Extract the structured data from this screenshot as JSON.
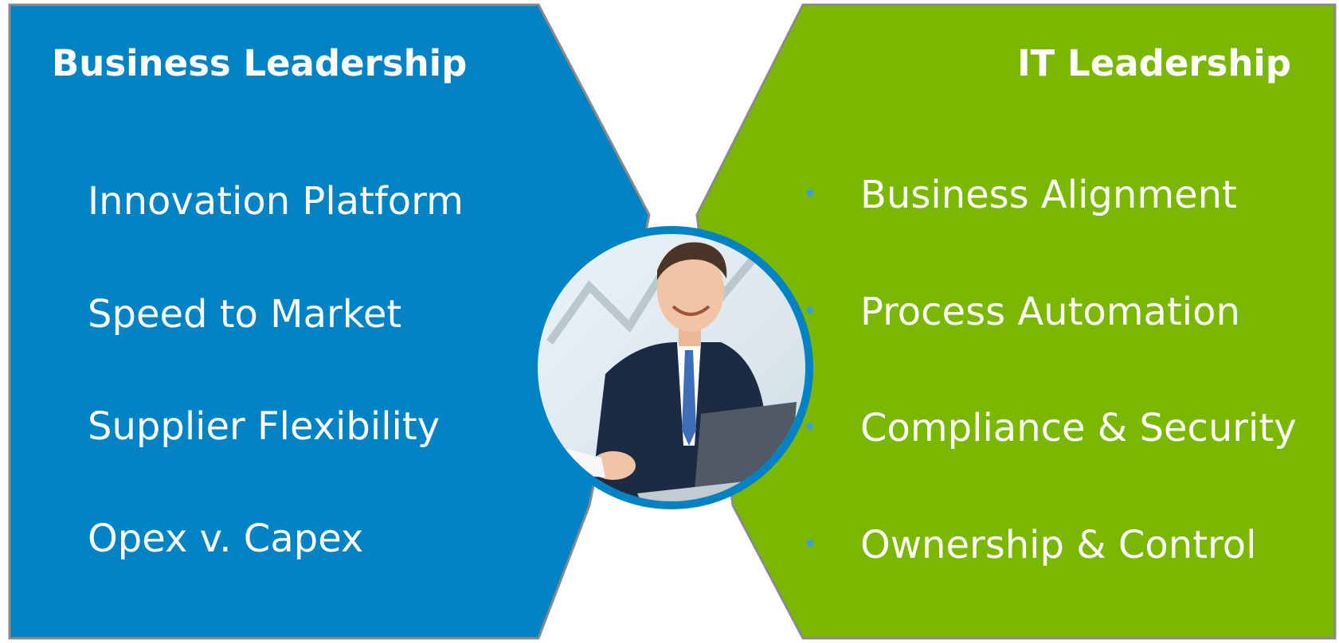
{
  "colors": {
    "left_panel": "#0083c4",
    "right_panel": "#7ab800",
    "border": "#8a8a8a",
    "bullet": "#3b9fd8",
    "ring": "#0083c4"
  },
  "left": {
    "title": "Business Leadership",
    "items": [
      "Innovation Platform",
      "Speed to Market",
      "Supplier Flexibility",
      "Opex v. Capex"
    ]
  },
  "right": {
    "title": "IT Leadership",
    "bullet_glyph": "•",
    "items": [
      "Business Alignment",
      "Process Automation",
      "Compliance & Security",
      "Ownership & Control"
    ]
  },
  "center_image": {
    "subject": "smiling businessman in suit shaking hands at a laptop"
  }
}
